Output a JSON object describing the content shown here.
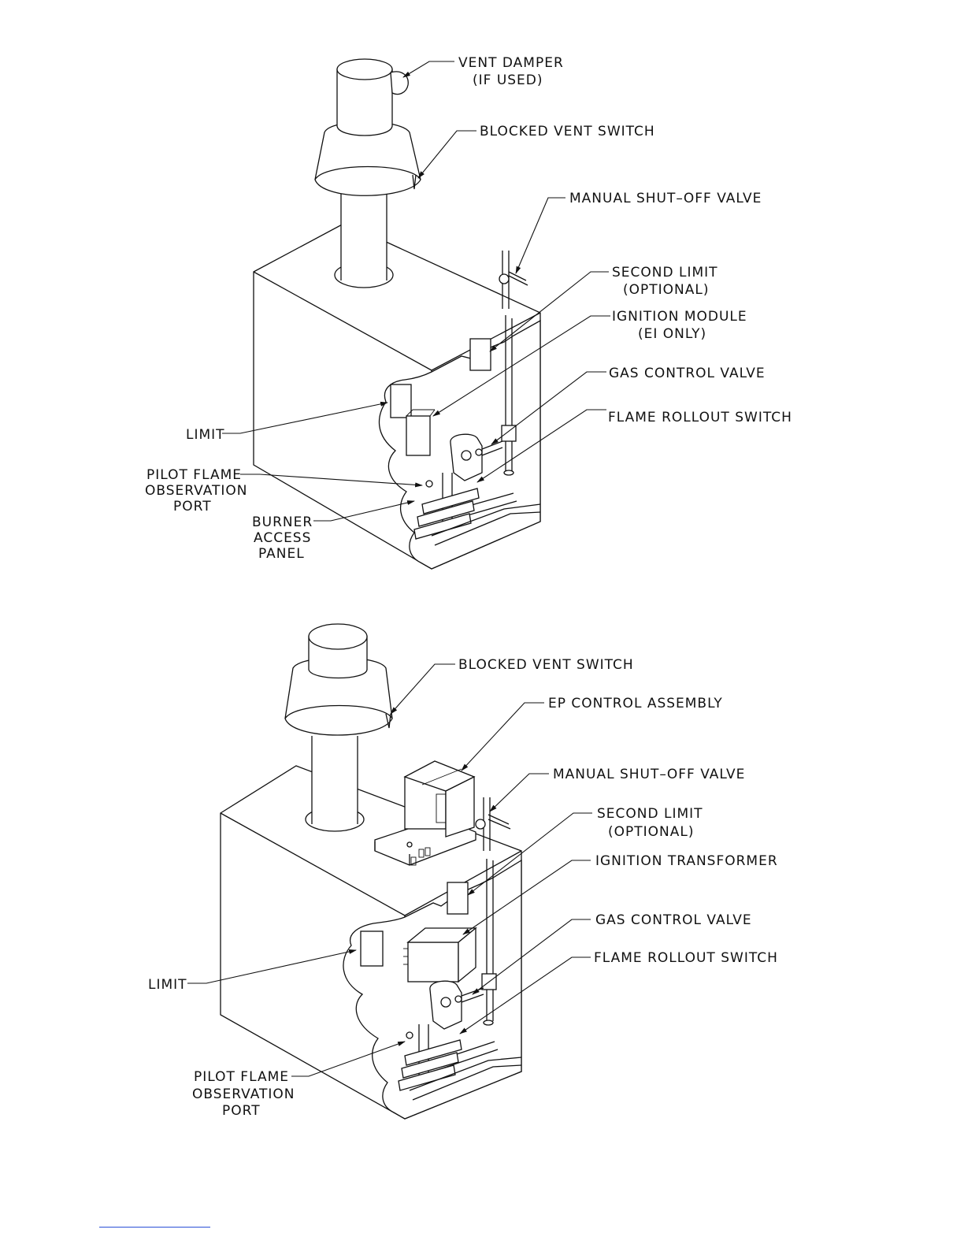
{
  "diagram_top": {
    "labels": {
      "vent_damper": [
        "VENT DAMPER",
        "(IF USED)"
      ],
      "blocked_vent_switch": [
        "BLOCKED VENT SWITCH"
      ],
      "manual_shutoff_valve": [
        "MANUAL SHUT–OFF VALVE"
      ],
      "second_limit": [
        "SECOND LIMIT",
        "(OPTIONAL)"
      ],
      "ignition_module": [
        "IGNITION MODULE",
        "(EI ONLY)"
      ],
      "gas_control_valve": [
        "GAS CONTROL VALVE"
      ],
      "flame_rollout_switch": [
        "FLAME ROLLOUT SWITCH"
      ],
      "limit": [
        "LIMIT"
      ],
      "pilot_flame_port": [
        "PILOT FLAME",
        "OBSERVATION",
        "PORT"
      ],
      "burner_access_panel": [
        "BURNER",
        "ACCESS",
        "PANEL"
      ]
    }
  },
  "diagram_bottom": {
    "labels": {
      "blocked_vent_switch": [
        "BLOCKED VENT SWITCH"
      ],
      "ep_control_assembly": [
        "EP CONTROL ASSEMBLY"
      ],
      "manual_shutoff_valve": [
        "MANUAL SHUT–OFF VALVE"
      ],
      "second_limit": [
        "SECOND LIMIT",
        "(OPTIONAL)"
      ],
      "ignition_transformer": [
        "IGNITION TRANSFORMER"
      ],
      "gas_control_valve": [
        "GAS CONTROL VALVE"
      ],
      "flame_rollout_switch": [
        "FLAME ROLLOUT SWITCH"
      ],
      "limit": [
        "LIMIT"
      ],
      "pilot_flame_port": [
        "PILOT FLAME",
        "OBSERVATION",
        "PORT"
      ]
    }
  },
  "colors": {
    "line": "#111111",
    "footer_rule": "#2a4fd6"
  }
}
